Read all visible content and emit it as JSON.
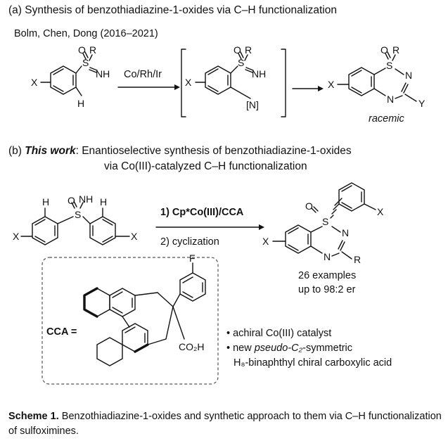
{
  "part_a": {
    "title": "(a) Synthesis of benzothiadiazine-1-oxides via C–H functionalization",
    "authors": "Bolm, Chen, Dong (2016–2021)",
    "reagent": "Co/Rh/Ir",
    "n_label": "[N]",
    "racemic": "racemic"
  },
  "part_b": {
    "prefix": "(b) ",
    "this_work": "This work",
    "title_rest": ": Enantioselective synthesis of benzothiadiazine-1-oxides",
    "title_line2": "via Co(III)-catalyzed C–H functionalization",
    "step1": "1) Cp*Co(III)/CCA",
    "step2": "2) cyclization",
    "examples": "26 examples",
    "er": "up to 98:2 er",
    "cca_label": "CCA =",
    "acid": "CO₂H",
    "bullet1": "• achiral Co(III) catalyst",
    "bullet2_pre": "• new ",
    "bullet2_it": "pseudo-C₂",
    "bullet2_post": "-symmetric",
    "bullet3": "H₈-binaphthyl chiral carboxylic acid"
  },
  "atoms": {
    "X": "X",
    "H": "H",
    "O": "O",
    "R": "R",
    "S": "S",
    "N": "N",
    "NH": "NH",
    "Y": "Y",
    "F": "F"
  },
  "caption": {
    "bold": "Scheme 1.",
    "text": " Benzothiadiazine-1-oxides and synthetic approach to them via C–H functionalization of sulfoximines."
  }
}
